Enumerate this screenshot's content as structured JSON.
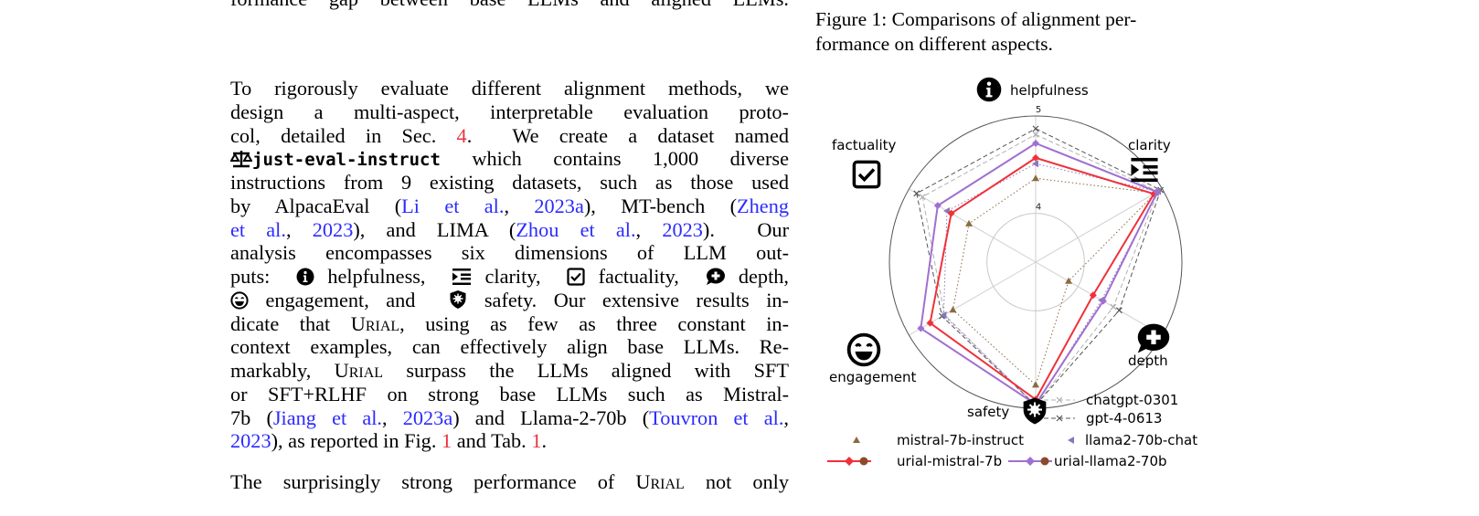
{
  "text": {
    "top_partial": "formance gap between base LLMs and aligned LLMs.",
    "paragraph1": [
      [
        {
          "t": "text",
          "v": "To rigorously evaluate different alignment methods, we"
        }
      ],
      [
        {
          "t": "text",
          "v": "design a multi-aspect, interpretable evaluation proto-"
        }
      ],
      [
        {
          "t": "text",
          "v": "col, detailed in Sec. "
        },
        {
          "t": "ref",
          "v": "4"
        },
        {
          "t": "text",
          "v": ".  We create a dataset named"
        }
      ],
      [
        {
          "t": "icon",
          "v": "scale-icon"
        },
        {
          "t": "mono",
          "v": "just-eval-instruct"
        },
        {
          "t": "text",
          "v": " which contains 1,000 diverse"
        }
      ],
      [
        {
          "t": "text",
          "v": "instructions from 9 existing datasets, such as those used"
        }
      ],
      [
        {
          "t": "text",
          "v": "by AlpacaEval ("
        },
        {
          "t": "link",
          "v": "Li et al."
        },
        {
          "t": "text",
          "v": ", "
        },
        {
          "t": "link",
          "v": "2023a"
        },
        {
          "t": "text",
          "v": "), MT-bench ("
        },
        {
          "t": "link",
          "v": "Zheng"
        }
      ],
      [
        {
          "t": "link",
          "v": "et al."
        },
        {
          "t": "text",
          "v": ", "
        },
        {
          "t": "link",
          "v": "2023"
        },
        {
          "t": "text",
          "v": "), and LIMA ("
        },
        {
          "t": "link",
          "v": "Zhou et al."
        },
        {
          "t": "text",
          "v": ", "
        },
        {
          "t": "link",
          "v": "2023"
        },
        {
          "t": "text",
          "v": ").  Our"
        }
      ],
      [
        {
          "t": "text",
          "v": "analysis encompasses six dimensions of LLM out-"
        }
      ],
      [
        {
          "t": "text",
          "v": "puts:  "
        },
        {
          "t": "icon",
          "v": "info-icon"
        },
        {
          "t": "text",
          "v": " helpfulness,  "
        },
        {
          "t": "icon",
          "v": "indent-list-icon"
        },
        {
          "t": "text",
          "v": " clarity,  "
        },
        {
          "t": "icon",
          "v": "checkbox-icon"
        },
        {
          "t": "text",
          "v": " factuality,  "
        },
        {
          "t": "icon",
          "v": "speech-plus-icon"
        },
        {
          "t": "text",
          "v": " depth,"
        }
      ],
      [
        {
          "t": "icon",
          "v": "smile-icon"
        },
        {
          "t": "text",
          "v": " engagement, and  "
        },
        {
          "t": "icon",
          "v": "shield-icon"
        },
        {
          "t": "text",
          "v": " safety. Our extensive results in-"
        }
      ],
      [
        {
          "t": "text",
          "v": "dicate that "
        },
        {
          "t": "sc",
          "v": "Urial"
        },
        {
          "t": "text",
          "v": ", using as few as three constant in-"
        }
      ],
      [
        {
          "t": "text",
          "v": "context examples, can effectively align base LLMs. Re-"
        }
      ],
      [
        {
          "t": "text",
          "v": "markably, "
        },
        {
          "t": "sc",
          "v": "Urial"
        },
        {
          "t": "text",
          "v": " surpass the LLMs aligned with SFT"
        }
      ],
      [
        {
          "t": "text",
          "v": "or SFT+RLHF on strong base LLMs such as Mistral-"
        }
      ],
      [
        {
          "t": "text",
          "v": "7b ("
        },
        {
          "t": "link",
          "v": "Jiang et al."
        },
        {
          "t": "text",
          "v": ", "
        },
        {
          "t": "link",
          "v": "2023a"
        },
        {
          "t": "text",
          "v": ") and Llama-2-70b ("
        },
        {
          "t": "link",
          "v": "Touvron et al."
        },
        {
          "t": "text",
          "v": ","
        }
      ],
      [
        {
          "t": "link",
          "v": "2023"
        },
        {
          "t": "text",
          "v": "), as reported in Fig. "
        },
        {
          "t": "ref",
          "v": "1"
        },
        {
          "t": "text",
          "v": " and Tab. "
        },
        {
          "t": "ref",
          "v": "1"
        },
        {
          "t": "text",
          "v": "."
        }
      ]
    ],
    "paragraph2": [
      [
        {
          "t": "text",
          "v": "The surprisingly strong performance of "
        },
        {
          "t": "sc",
          "v": "Urial"
        },
        {
          "t": "text",
          "v": " not only"
        }
      ]
    ],
    "colors": {
      "link": "#2b2bff",
      "ref": "#e8343f"
    }
  },
  "figure": {
    "caption_lines": [
      "Figure 1:  Comparisons of alignment per-",
      "formance on different aspects."
    ]
  },
  "chart_data": {
    "type": "radar",
    "axes": [
      "helpfulness",
      "clarity",
      "depth",
      "safety",
      "engagement",
      "factuality"
    ],
    "axis_icons": [
      "info-icon",
      "indent-list-icon",
      "speech-plus-icon",
      "shield-icon",
      "smile-icon",
      "checkbox-icon"
    ],
    "rlim": [
      3.5,
      5
    ],
    "ticks": [
      "4",
      "5"
    ],
    "tick_values": [
      4,
      5
    ],
    "series": [
      {
        "name": "chatgpt-0301",
        "color": "#b0b0b0",
        "style": "dashed",
        "marker": "x",
        "values": [
          4.81,
          4.95,
          4.42,
          4.97,
          4.58,
          4.84
        ]
      },
      {
        "name": "gpt-4-0613",
        "color": "#555555",
        "style": "dashed",
        "marker": "x",
        "values": [
          4.87,
          4.98,
          4.49,
          4.97,
          4.61,
          4.91
        ]
      },
      {
        "name": "mistral-7b-instruct",
        "color": "#8b6a3e",
        "style": "dotted",
        "marker": "triangle",
        "values": [
          4.36,
          4.92,
          3.89,
          4.76,
          4.48,
          4.29
        ]
      },
      {
        "name": "llama2-70b-chat",
        "color": "#8877bb",
        "style": "dotted",
        "marker": "triangle-left",
        "values": [
          4.51,
          4.95,
          4.28,
          4.97,
          4.59,
          4.55
        ]
      },
      {
        "name": "urial-mistral-7b",
        "color": "#f0303a",
        "style": "solid",
        "marker": "diamond",
        "values": [
          4.57,
          4.9,
          4.18,
          4.91,
          4.75,
          4.5
        ]
      },
      {
        "name": "urial-llama2-70b",
        "color": "#a070d0",
        "style": "solid",
        "marker": "diamond",
        "values": [
          4.72,
          4.94,
          4.3,
          4.96,
          4.86,
          4.66
        ]
      }
    ],
    "legend": "bottom-right",
    "grid": true
  }
}
